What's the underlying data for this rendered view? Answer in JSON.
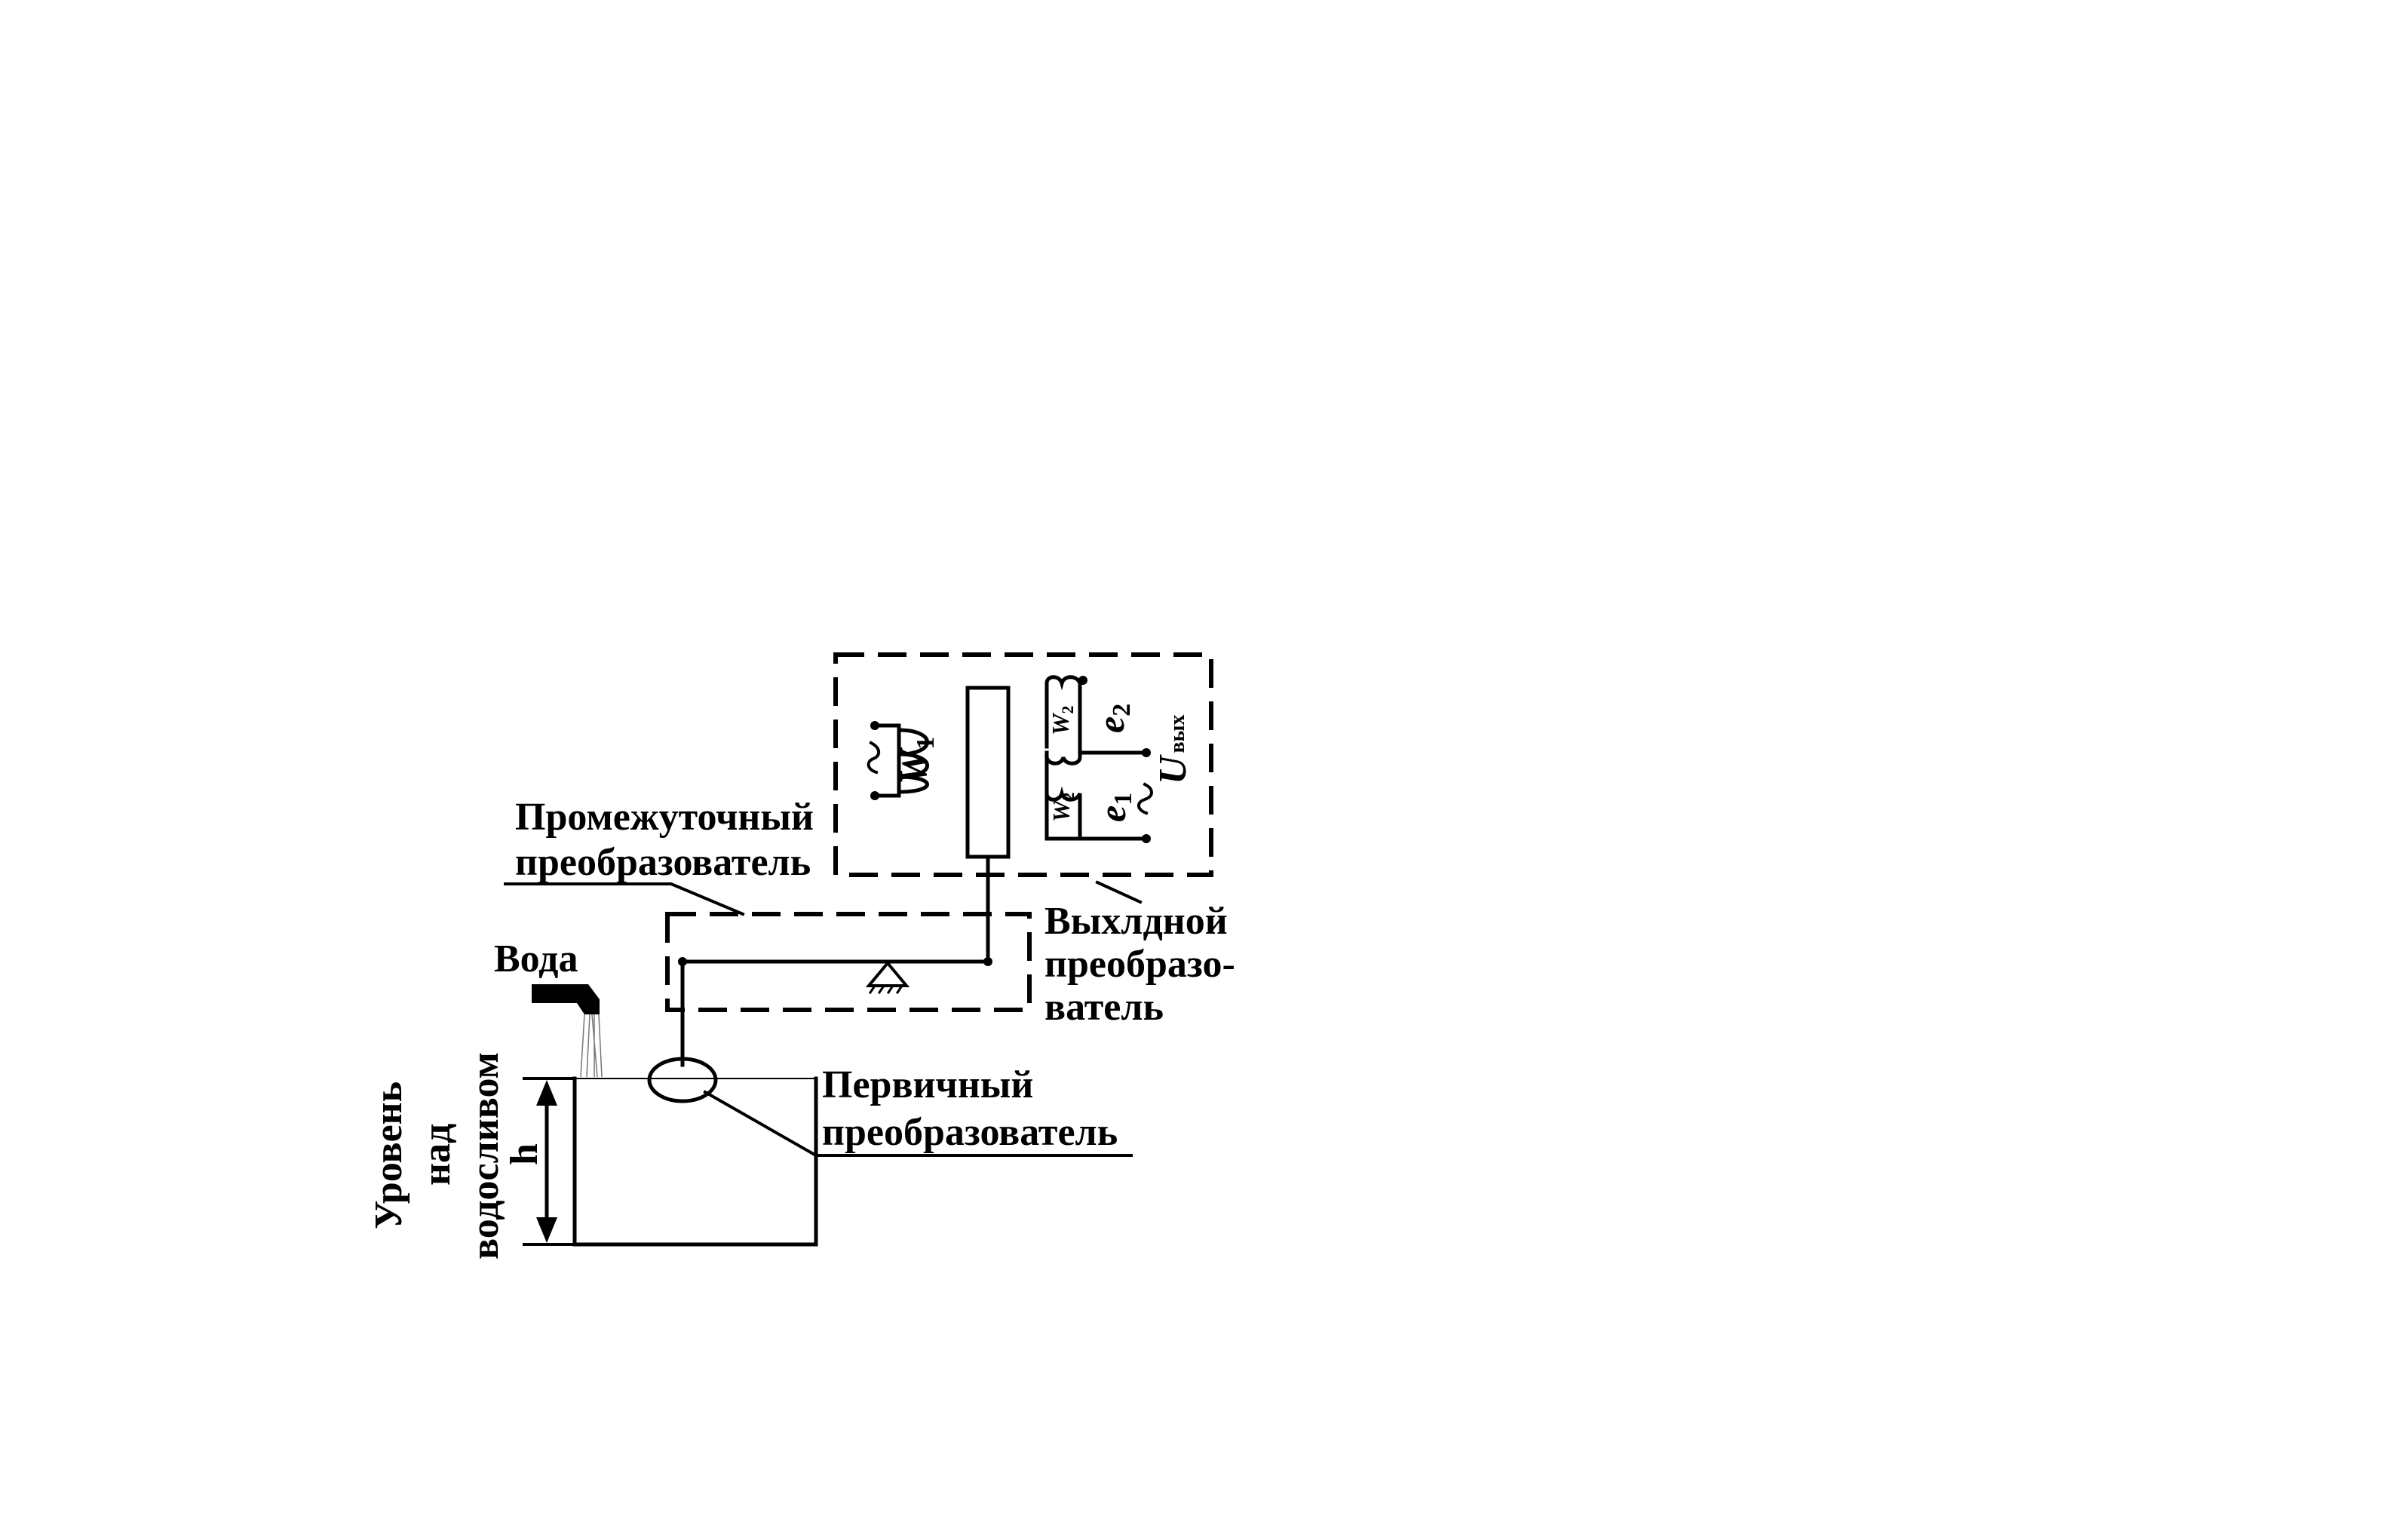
{
  "labels": {
    "intermediate_line1": "Промежуточный",
    "intermediate_line2": "преобразователь",
    "output_line1": "Выхлдной",
    "output_line2": "преобразо-",
    "output_line3": "ватель",
    "primary_line1": "Первичный",
    "primary_line2": "преобразователь",
    "water": "Вода",
    "level_line1": "Уровень",
    "level_line2": "над",
    "level_line3": "водосливом",
    "height": "h"
  },
  "symbols": {
    "w1": "W",
    "w1_sub": "1",
    "w2_top": "W",
    "w2_top_sub": "2",
    "w2_bottom": "W",
    "w2_bottom_sub": "2",
    "e1": "e",
    "e1_sub": "1",
    "e2": "e",
    "e2_sub": "2",
    "uout": "U",
    "uout_sub": "вых"
  }
}
